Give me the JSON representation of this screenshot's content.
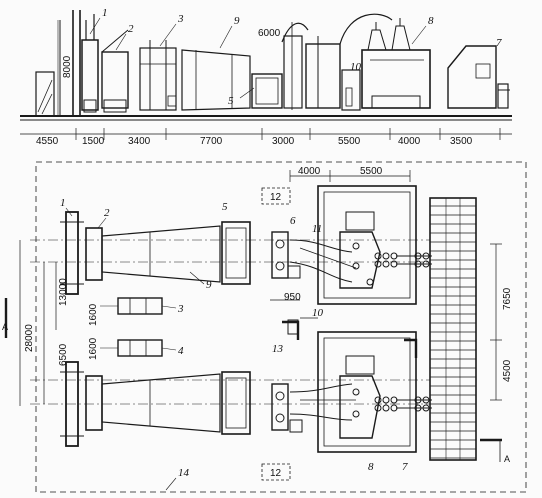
{
  "elevation": {
    "dims_horizontal": [
      "4550",
      "1500",
      "3400",
      "7700",
      "3000",
      "5500",
      "4000",
      "3500"
    ],
    "dim_vertical": "8000",
    "dim_top": "6000",
    "callouts": [
      "1",
      "2",
      "3",
      "9",
      "5",
      "10",
      "8",
      "7"
    ]
  },
  "plan": {
    "dims_top": [
      "4000",
      "5500"
    ],
    "dims_right": [
      "7650",
      "4500"
    ],
    "dims_left": [
      "28000",
      "13000",
      "6500",
      "1600",
      "1600"
    ],
    "dim_950": "950",
    "callouts": [
      "1",
      "2",
      "5",
      "6",
      "11",
      "3",
      "9",
      "4",
      "10",
      "13",
      "8",
      "7",
      "14"
    ],
    "boxed_label": "12",
    "section_marker": "A"
  }
}
